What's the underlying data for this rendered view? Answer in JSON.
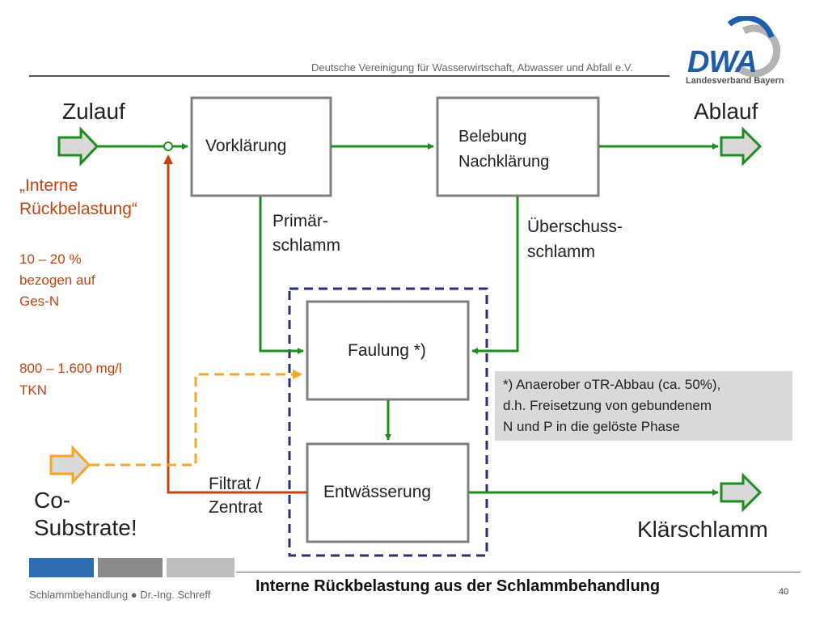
{
  "header": {
    "organization": "Deutsche Vereinigung für Wasserwirtschaft, Abwasser und Abfall e.V.",
    "logo_text": "DWA",
    "logo_subtitle": "Landesverband Bayern"
  },
  "diagram": {
    "inflow_label": "Zulauf",
    "outflow_label": "Ablauf",
    "primary_clarification": "Vorklärung",
    "activated_sludge_line1": "Belebung",
    "activated_sludge_line2": "Nachklärung",
    "primary_sludge_line1": "Primär-",
    "primary_sludge_line2": "schlamm",
    "excess_sludge_line1": "Überschuss-",
    "excess_sludge_line2": "schlamm",
    "digestion": "Faulung *)",
    "dewatering": "Entwässerung",
    "filtrate_line1": "Filtrat /",
    "filtrate_line2": "Zentrat",
    "sewage_sludge": "Klärschlamm",
    "co_substrate_line1": "Co-",
    "co_substrate_line2": "Substrate!",
    "internal_load_line1": "„Interne",
    "internal_load_line2": "Rückbelastung“",
    "percent_line1": "10 – 20 %",
    "percent_line2": "bezogen auf",
    "percent_line3": "Ges-N",
    "concentration_line1": "800 – 1.600 mg/l",
    "concentration_line2": "TKN",
    "note_line1": "*) Anaerober oTR-Abbau (ca. 50%),",
    "note_line2": "d.h. Freisetzung von gebundenem",
    "note_line3": "N und P in die gelöste Phase"
  },
  "colors": {
    "flow_green": "#1e8c1e",
    "return_red": "#c1440e",
    "co_substrate_orange": "#f5a623",
    "dashed_frame_navy": "#2b2f7a",
    "box_border_gray": "#7f7f7f",
    "arrow_fill_gray": "#d9d9d9",
    "footer_blue": "#2e6db4",
    "footer_gray_dark": "#8a8a8a",
    "footer_gray_light": "#bdbdbd"
  },
  "footer": {
    "left_text": "Schlammbehandlung ● Dr.-Ing. Schreff",
    "title": "Interne Rückbelastung aus der Schlammbehandlung",
    "page_number": "40"
  }
}
